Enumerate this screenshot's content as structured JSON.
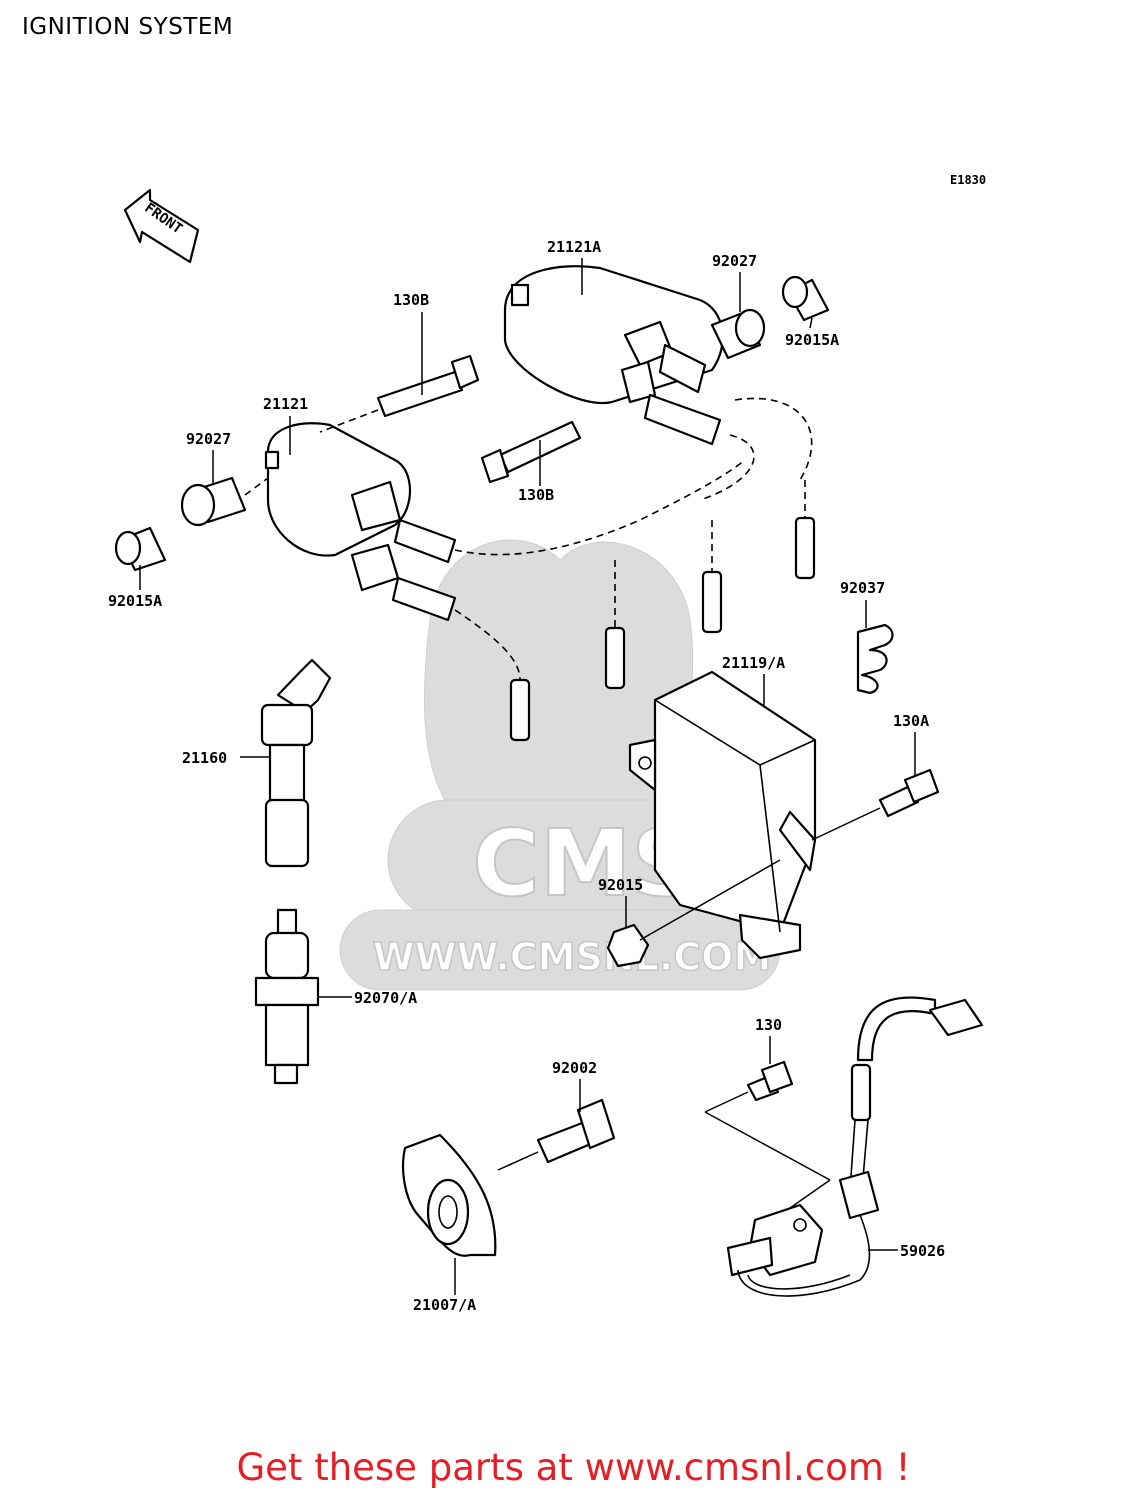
{
  "title": "IGNITION SYSTEM",
  "diagram_code": "E1830",
  "front_marker": "FRONT",
  "watermark": {
    "logo_text": "CMS",
    "url_text": "WWW.CMSNL.COM"
  },
  "parts": {
    "coil_a": "21121A",
    "bushing_top": "92027",
    "collar_top": "92015A",
    "bolt_upper": "130B",
    "coil": "21121",
    "bushing_left": "92027",
    "bolt_lower": "130B",
    "collar_left": "92015A",
    "clamp": "92037",
    "igniter": "21119/A",
    "bolt_igniter": "130A",
    "cap": "21160",
    "nut": "92015",
    "spark_plug": "92070/A",
    "bolt_pickup": "130",
    "stud": "92002",
    "pickup_coil": "59026",
    "rotor": "21007/A"
  },
  "footer": "Get these parts at www.cmsnl.com !"
}
